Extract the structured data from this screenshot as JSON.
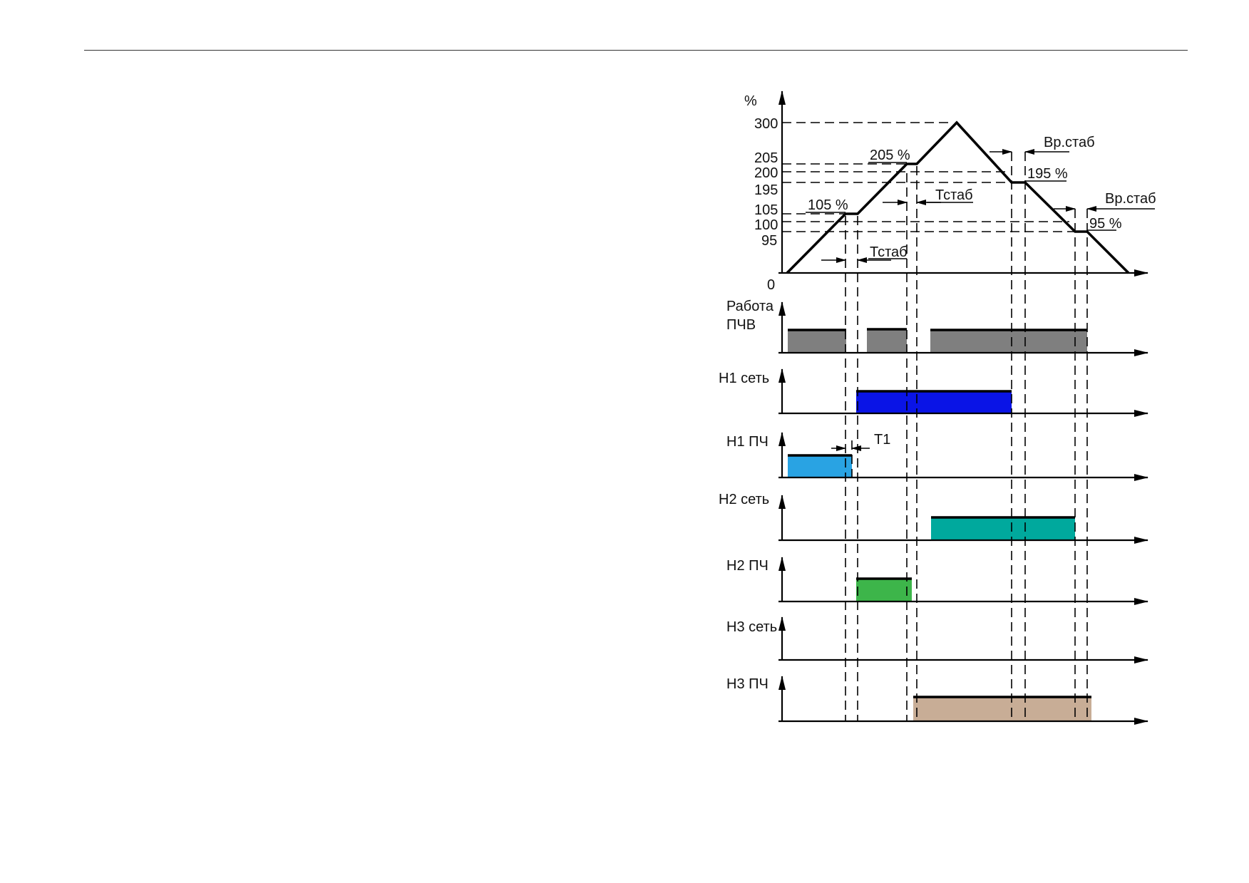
{
  "graph": {
    "y_unit": "%",
    "y_ticks": [
      "300",
      "205",
      "200",
      "195",
      "105",
      "100",
      "95",
      "0"
    ],
    "annotations": {
      "a105": "105 %",
      "a205": "205 %",
      "a195": "195 %",
      "a95": "95 %",
      "tstab1": "Тстаб",
      "tstab2": "Тстаб",
      "vrstab1": "Вр.стаб",
      "vrstab2": "Вр.стаб",
      "t1": "T1"
    }
  },
  "tracks": {
    "pchv_line1": "Работа",
    "pchv_line2": "ПЧВ",
    "n1_net": "Н1 сеть",
    "n1_pch": "Н1 ПЧ",
    "n2_net": "Н2 сеть",
    "n2_pch": "Н2 ПЧ",
    "n3_net": "Н3 сеть",
    "n3_pch": "Н3 ПЧ"
  },
  "colors": {
    "pchv": "#7f7f7f",
    "n1_net": "#0a14e6",
    "n1_pch": "#29a3e3",
    "n2_net": "#00a99d",
    "n2_pch": "#3db54a",
    "n3_pch": "#c8ad96"
  }
}
